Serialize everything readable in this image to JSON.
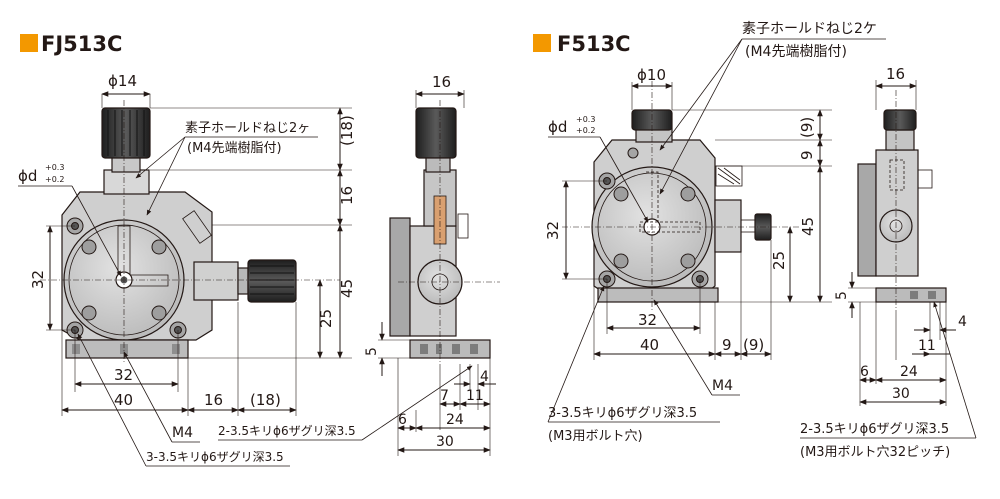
{
  "colors": {
    "accent": "#f39800",
    "line": "#231815",
    "body_light": "#d3d3d3",
    "body_mid": "#b8b8b8",
    "body_dark": "#888888",
    "knob": "#3a3a3a"
  },
  "fj513c": {
    "title": "FJ513C",
    "phi14": "ϕ14",
    "phid": "ϕd",
    "tol_up": "+0.3",
    "tol_dn": "+0.2",
    "callout1": "素子ホールドねじ2ヶ",
    "callout2": "(M4先端樹脂付)",
    "d18v": "(18)",
    "d16v": "16",
    "d45": "45",
    "d25": "25",
    "d32v": "32",
    "d32h": "32",
    "d40": "40",
    "d16h": "16",
    "d18h": "(18)",
    "m4": "M4",
    "hole1": "2-3.5キリϕ6ザグリ深3.5",
    "hole2": "3-3.5キリϕ6ザグリ深3.5",
    "side_16": "16",
    "side_5": "5",
    "side_4": "4",
    "side_7": "7",
    "side_11": "11",
    "side_6": "6",
    "side_24": "24",
    "side_30": "30"
  },
  "f513c": {
    "title": "F513C",
    "phi10": "ϕ10",
    "phid": "ϕd",
    "tol_up": "+0.3",
    "tol_dn": "+0.2",
    "callout1": "素子ホールドねじ2ケ",
    "callout2": "(M4先端樹脂付)",
    "d9p": "(9)",
    "d9": "9",
    "d45": "45",
    "d25": "25",
    "d32v": "32",
    "d32h": "32",
    "d40": "40",
    "d9h": "9",
    "d9hp": "(9)",
    "m4": "M4",
    "hole1a": "3-3.5キリϕ6ザグリ深3.5",
    "hole1b": "(M3用ボルト穴)",
    "side_16": "16",
    "side_5": "5",
    "side_4": "4",
    "side_11": "11",
    "side_6": "6",
    "side_24": "24",
    "side_30": "30",
    "hole2a": "2-3.5キリϕ6ザグリ深3.5",
    "hole2b": "(M3用ボルト穴32ピッチ)"
  }
}
